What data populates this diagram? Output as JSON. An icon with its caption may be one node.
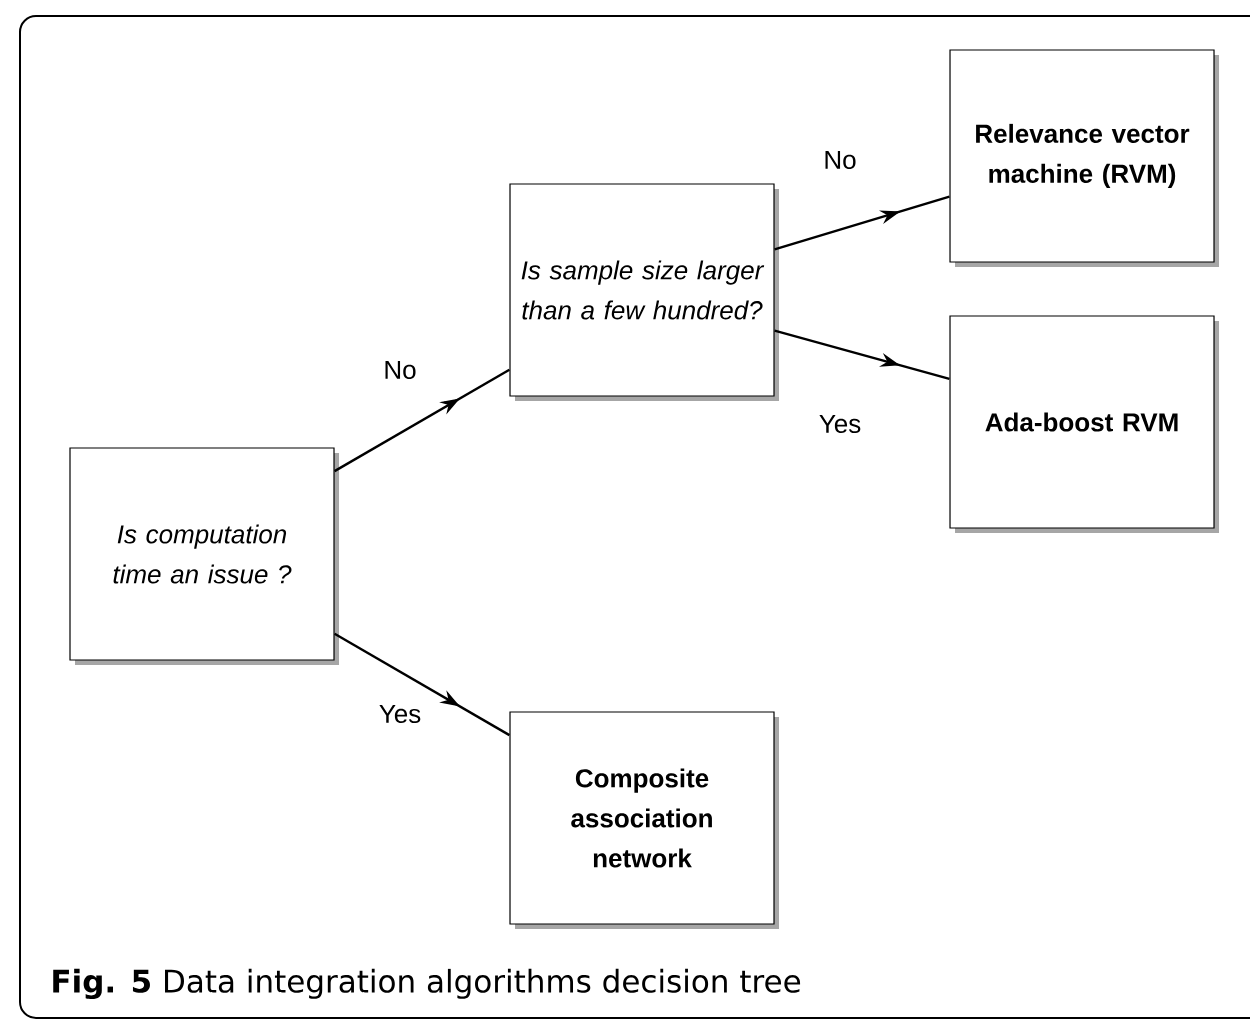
{
  "diagram": {
    "caption": "**Fig. 5** Data integration algorithms decision tree",
    "nodes": [
      {
        "text": [
          "Is computation time an issue ?"
        ]
      },
      {
        "text": [
          "Is sample size larger than a few hundred?"
        ]
      },
      {
        "text": [
          "Relevance vector machine (RVM)"
        ]
      },
      {
        "text": [
          "Ada-boost RVM"
        ]
      },
      {
        "text": [
          "Composite association network"
        ]
      }
    ],
    "edges": [
      {
        "from": 0,
        "to": 1,
        "arrow": "to",
        "label": "No"
      },
      {
        "from": 1,
        "to": 2,
        "arrow": "to",
        "label": "No"
      },
      {
        "from": 1,
        "to": 3,
        "arrow": "to",
        "label": "Yes"
      },
      {
        "from": 0,
        "to": 4,
        "arrow": "to",
        "label": "Yes"
      }
    ]
  }
}
